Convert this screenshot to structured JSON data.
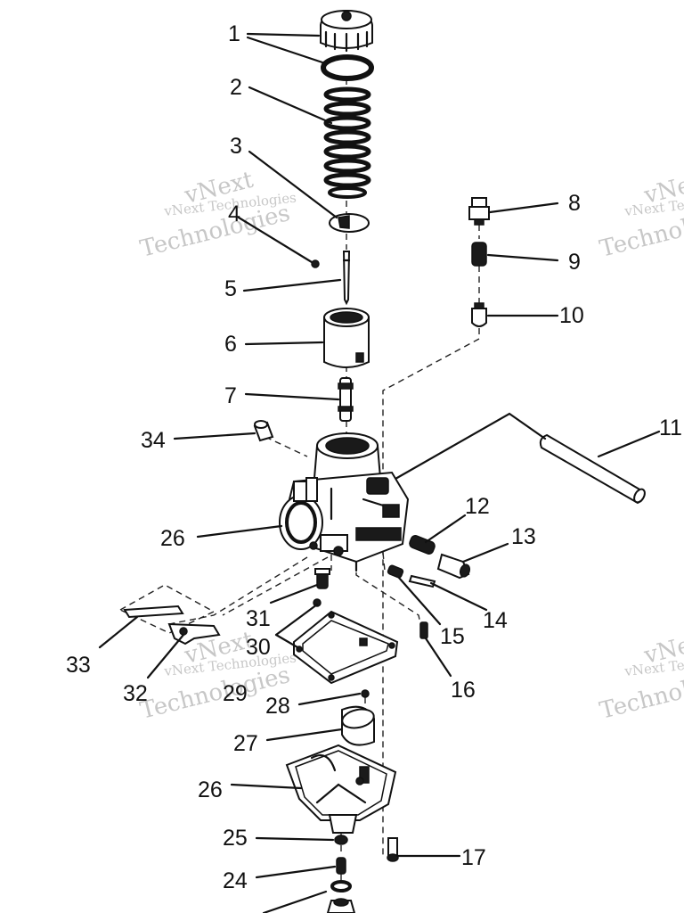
{
  "watermark": {
    "line1": "vNext Technologies",
    "line2": "Technologies",
    "line3": "vNext"
  },
  "callouts": [
    {
      "id": "c1",
      "text": "1"
    },
    {
      "id": "c2",
      "text": "2"
    },
    {
      "id": "c3",
      "text": "3"
    },
    {
      "id": "c4",
      "text": "4"
    },
    {
      "id": "c5",
      "text": "5"
    },
    {
      "id": "c6",
      "text": "6"
    },
    {
      "id": "c7",
      "text": "7"
    },
    {
      "id": "c8",
      "text": "8"
    },
    {
      "id": "c9",
      "text": "9"
    },
    {
      "id": "c10",
      "text": "10"
    },
    {
      "id": "c11",
      "text": "11"
    },
    {
      "id": "c12",
      "text": "12"
    },
    {
      "id": "c13",
      "text": "13"
    },
    {
      "id": "c14",
      "text": "14"
    },
    {
      "id": "c15",
      "text": "15"
    },
    {
      "id": "c16",
      "text": "16"
    },
    {
      "id": "c17",
      "text": "17"
    },
    {
      "id": "c24",
      "text": "24"
    },
    {
      "id": "c25",
      "text": "25"
    },
    {
      "id": "c26a",
      "text": "26"
    },
    {
      "id": "c26b",
      "text": "26"
    },
    {
      "id": "c27",
      "text": "27"
    },
    {
      "id": "c28",
      "text": "28"
    },
    {
      "id": "c29",
      "text": "29"
    },
    {
      "id": "c30",
      "text": "30"
    },
    {
      "id": "c31",
      "text": "31"
    },
    {
      "id": "c32",
      "text": "32"
    },
    {
      "id": "c33",
      "text": "33"
    },
    {
      "id": "c34",
      "text": "34"
    }
  ]
}
